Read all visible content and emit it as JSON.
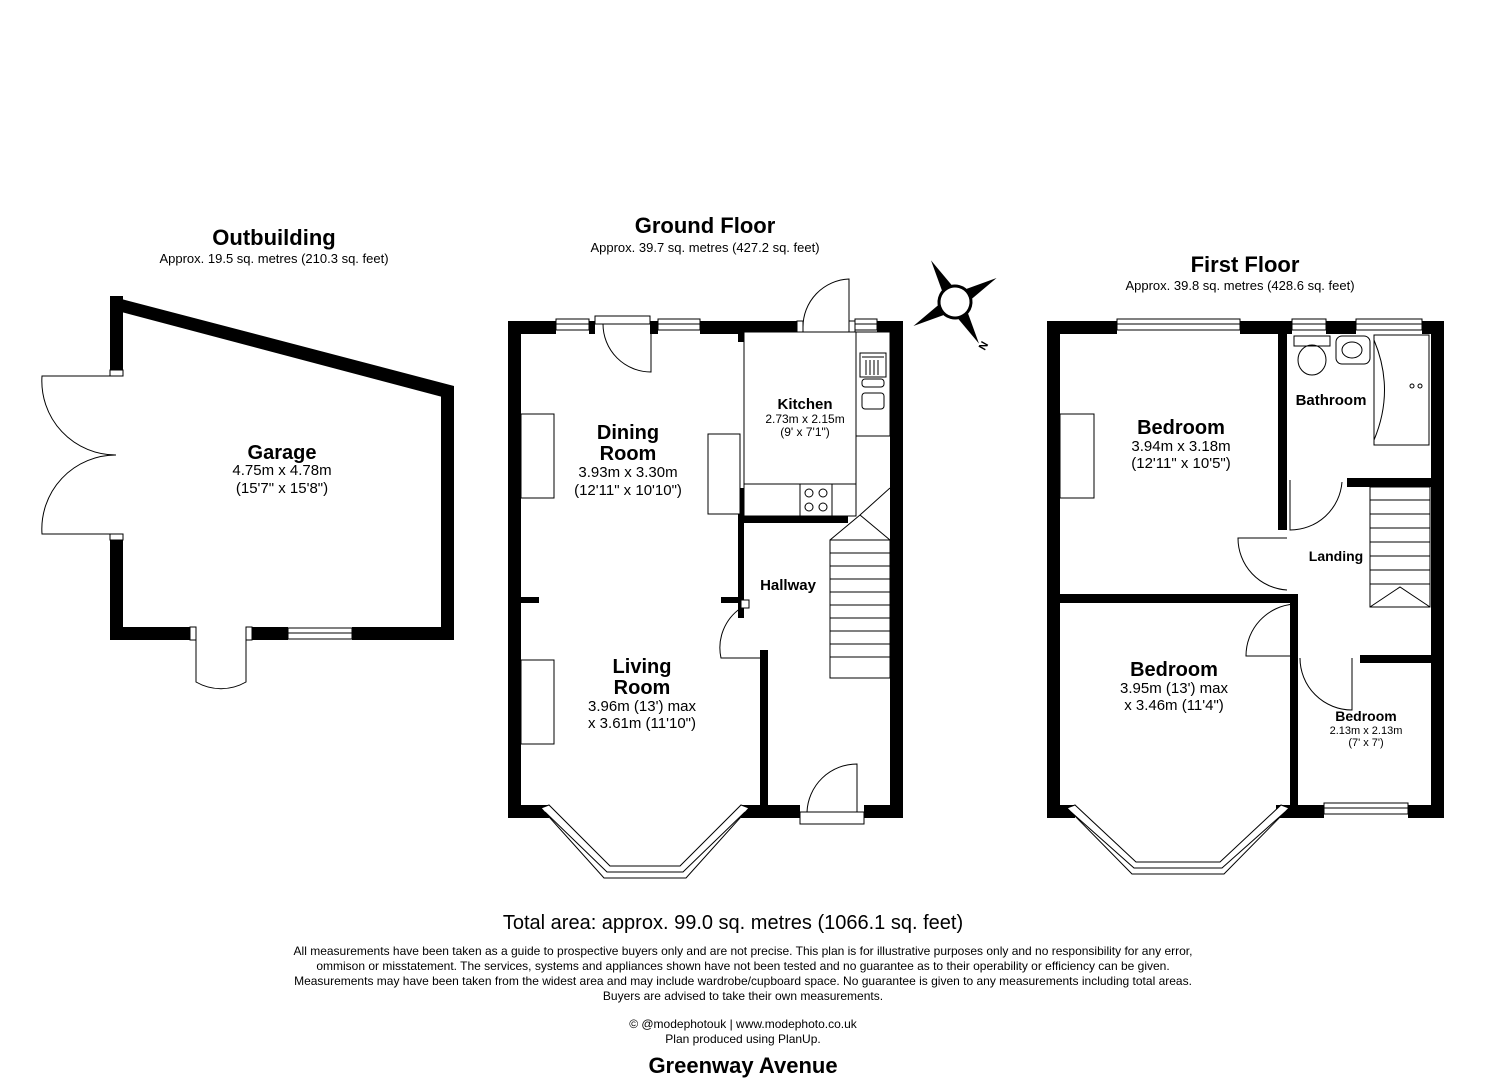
{
  "outbuilding": {
    "title": "Outbuilding",
    "area": "Approx. 19.5 sq. metres (210.3 sq. feet)",
    "rooms": [
      {
        "name": "Garage",
        "dims": "4.75m x 4.78m",
        "imperial": "(15'7\" x 15'8\")"
      }
    ]
  },
  "ground_floor": {
    "title": "Ground Floor",
    "area": "Approx. 39.7 sq. metres (427.2 sq. feet)",
    "rooms": {
      "dining": {
        "name_l1": "Dining",
        "name_l2": "Room",
        "dims": "3.93m x 3.30m",
        "imperial": "(12'11\" x 10'10\")"
      },
      "kitchen": {
        "name": "Kitchen",
        "dims": "2.73m x 2.15m",
        "imperial": "(9' x 7'1\")"
      },
      "hallway": {
        "name": "Hallway"
      },
      "living": {
        "name_l1": "Living",
        "name_l2": "Room",
        "dims_l1": "3.96m (13') max",
        "dims_l2": "x 3.61m (11'10\")"
      }
    }
  },
  "first_floor": {
    "title": "First Floor",
    "area": "Approx. 39.8 sq. metres (428.6 sq. feet)",
    "rooms": {
      "bedroom1": {
        "name": "Bedroom",
        "dims": "3.94m x 3.18m",
        "imperial": "(12'11\" x 10'5\")"
      },
      "bathroom": {
        "name": "Bathroom"
      },
      "landing": {
        "name": "Landing"
      },
      "bedroom2": {
        "name": "Bedroom",
        "dims_l1": "3.95m (13') max",
        "dims_l2": "x 3.46m (11'4\")"
      },
      "bedroom3": {
        "name": "Bedroom",
        "dims": "2.13m x 2.13m",
        "imperial": "(7' x 7')"
      }
    }
  },
  "compass": {
    "label": "N"
  },
  "total_area": "Total area: approx. 99.0 sq. metres (1066.1 sq. feet)",
  "disclaimer": [
    "All measurements have been taken as a guide to prospective buyers only and are not precise. This plan is for illustrative purposes only and no responsibility for any error,",
    "ommison or misstatement. The services, systems and appliances shown have not been tested and no guarantee as to their operability or efficiency can be given.",
    "Measurements may have been taken from the widest area and may include wardrobe/cupboard space. No guarantee is given to any measurements including total areas.",
    "Buyers are advised to take their own measurements."
  ],
  "credit": "© @modephotouk | www.modephoto.co.uk",
  "produced_by": "Plan produced using PlanUp.",
  "street": "Greenway Avenue"
}
